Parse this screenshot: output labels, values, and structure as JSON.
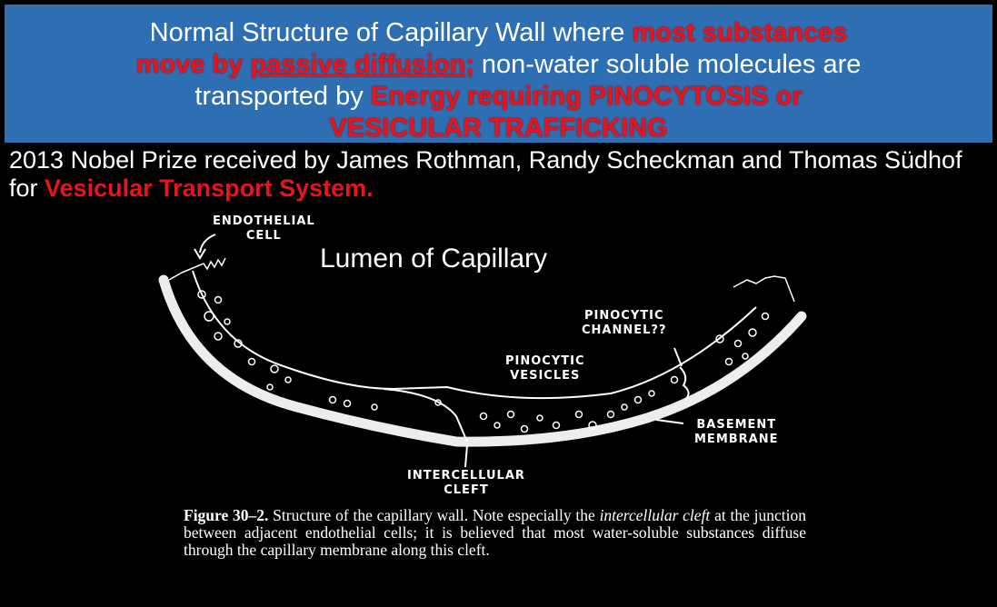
{
  "header": {
    "line1_plain": "Normal Structure of Capillary Wall where ",
    "line1_red": "most substances",
    "line2_red_a": "move by ",
    "line2_red_ul": "passive diffusion;",
    "line2_plain": " non-water soluble molecules  are",
    "line3_plain": "transported by ",
    "line3_red": "Energy requiring PINOCYTOSIS or",
    "line4_red": "VESICULAR TRAFFICKING"
  },
  "nobel": {
    "text": "2013 Nobel Prize received by James Rothman, Randy Scheckman and Thomas Südhof  for ",
    "red": "Vesicular Transport System."
  },
  "figure": {
    "lumen": "Lumen of Capillary",
    "labels": {
      "endothelial_1": "ENDOTHELIAL",
      "endothelial_2": "CELL",
      "pinocytic_channel_1": "PINOCYTIC",
      "pinocytic_channel_2": "CHANNEL??",
      "pinocytic_vesicles_1": "PINOCYTIC",
      "pinocytic_vesicles_2": "VESICLES",
      "basement_1": "BASEMENT",
      "basement_2": "MEMBRANE",
      "intercellular_1": "INTERCELLULAR",
      "intercellular_2": "CLEFT"
    },
    "caption": {
      "fig_num": "Figure 30–2.",
      "part1": "  Structure of the capillary wall. Note especially the ",
      "italic": "intercellular cleft",
      "part2": " at the junction between adjacent endothelial cells; it is believed that most water-soluble substances diffuse through the capillary membrane along this cleft."
    }
  },
  "colors": {
    "header_bg": "#2E6FB4",
    "accent_red": "#E8141C",
    "background": "#000000",
    "text": "#FFFFFF"
  }
}
